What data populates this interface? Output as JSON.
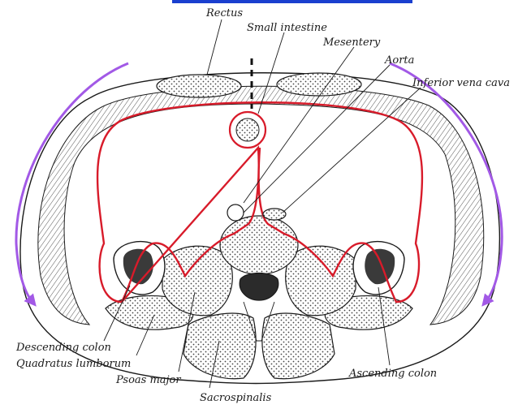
{
  "labels": {
    "rectus": "Rectus",
    "small_intestine": "Small intestine",
    "mesentery": "Mesentery",
    "aorta": "Aorta",
    "inferior_vena_cava": "Inferior vena cava",
    "descending_colon": "Descending colon",
    "quadratus_lumborum": "Quadratus lumborum",
    "psoas_major": "Psoas major",
    "sacrospinalis": "Sacrospinalis",
    "ascending_colon": "Ascending colon"
  },
  "colors": {
    "peritoneum": "#d81b2a",
    "arrows": "#a259e6",
    "link_bar": "#1a3fcf",
    "ink": "#1a1a1a"
  }
}
